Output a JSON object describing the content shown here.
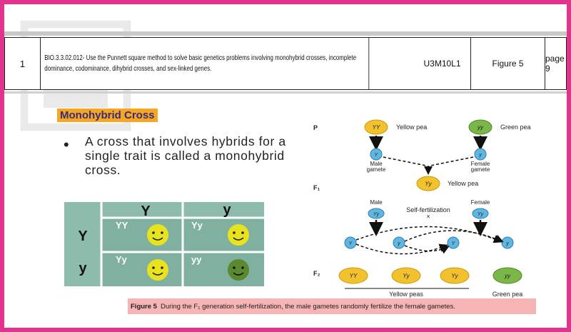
{
  "table_row": {
    "number": "1",
    "objective_line1": "BIO.3.3.02.012- Use the Punnett square method to solve basic genetics problems involving monohybrid crosses, incomplete",
    "objective_line2": "dominance, codominance, dihybrid crosses, and sex-linked genes.",
    "code": "U3M10L1",
    "figure": "Figure 5",
    "page": "page 9"
  },
  "slide": {
    "title": "Monohybrid Cross",
    "bullet": "•",
    "text": "A cross that involves hybrids for a single trait is called a monohybrid cross."
  },
  "punnett": {
    "col1": "Y",
    "col2": "y",
    "row1": "Y",
    "row2": "y",
    "cells": [
      "YY",
      "Yy",
      "Yy",
      "yy"
    ],
    "colors": {
      "bg": "#7fb0a0",
      "yellow": "#e9e21e",
      "green": "#5b8a2e"
    }
  },
  "figure": {
    "label_p": "P",
    "label_f1": "F₁",
    "label_f2": "F₂",
    "yellow_pea": "Yellow pea",
    "green_pea": "Green pea",
    "yy_upper": "YY",
    "yy_lower": "yy",
    "Yy": "Yy",
    "Y": "Y",
    "y": "y",
    "male_gamete": "Male gamete",
    "female_gamete": "Female gamete",
    "male": "Male",
    "female": "Female",
    "self_fert": "Self-fertilization",
    "times": "×",
    "yellow_peas": "Yellow peas",
    "green_pea_f2": "Green pea",
    "f2": [
      "YY",
      "Yy",
      "Yy",
      "yy"
    ]
  },
  "caption": {
    "label": "Figure 5",
    "text": "During the F₁ generation self-fertilization, the male gametes randomly fertilize the female gametes."
  }
}
